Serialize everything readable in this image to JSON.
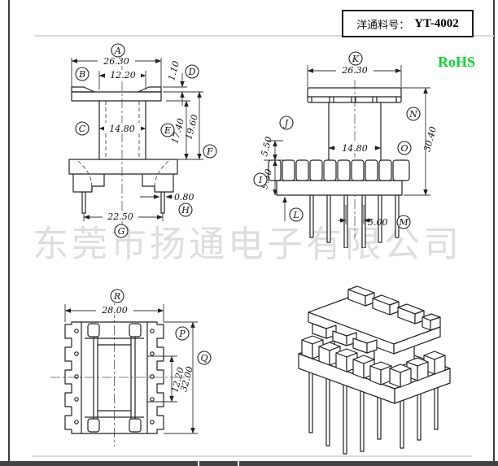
{
  "header": {
    "part_label": "洋通料号：",
    "part_number": "YT-4002",
    "rohs_label": "RoHS",
    "rohs_color": "#00d92e"
  },
  "watermark": {
    "text": "东莞市扬通电子有限公司"
  },
  "drawing": {
    "front_view": {
      "dims": {
        "A": {
          "letter": "A",
          "value": "26.30"
        },
        "B": {
          "letter": "B",
          "value": "12.20"
        },
        "C": {
          "letter": "C",
          "value": "14.80"
        },
        "D": {
          "letter": "D",
          "value": "1.10"
        },
        "E": {
          "letter": "E",
          "value": "17.40"
        },
        "F": {
          "letter": "F",
          "value": "19.60"
        },
        "G": {
          "letter": "G",
          "value": "22.50"
        },
        "H": {
          "letter": "H",
          "value": "0.80"
        }
      }
    },
    "side_view": {
      "dims": {
        "I": {
          "letter": "I",
          "value": "9.50"
        },
        "J": {
          "letter": "J",
          "value": "5.50"
        },
        "K": {
          "letter": "K",
          "value": "26.30"
        },
        "L": {
          "letter": "L",
          "value": ""
        },
        "M": {
          "letter": "M",
          "value": "5.00"
        },
        "N": {
          "letter": "N",
          "value": "30.40"
        },
        "O": {
          "letter": "O",
          "value": "14.80"
        }
      }
    },
    "top_view": {
      "dims": {
        "P": {
          "letter": "P",
          "value": "12.20"
        },
        "Q": {
          "letter": "Q",
          "value": "32.00"
        },
        "R": {
          "letter": "R",
          "value": "28.00"
        }
      }
    }
  }
}
